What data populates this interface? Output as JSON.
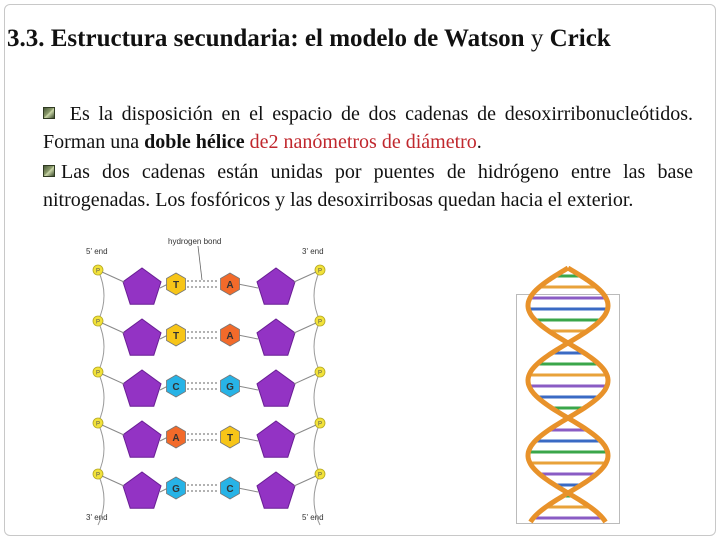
{
  "slide": {
    "title_bold_1": "3.3. Estructura secundaria: el modelo de Watson ",
    "title_light": "y",
    "title_bold_2": " Crick",
    "paragraph1": {
      "t1": "Es la disposición en el espacio de dos cadenas de desoxirribonucleótidos. Forman una ",
      "t2": "doble hélice",
      "t3": " de2 nanómetros de diámetro",
      "t4": "."
    },
    "paragraph2": {
      "t1": "Las dos cadenas están unidas por puentes de hidrógeno entre las base nitrogenadas. Los fosfóricos y las desoxirribosas quedan hacia el exterior."
    }
  },
  "figure_left": {
    "label_top_left": "5' end",
    "label_hbond": "hydrogen bond",
    "label_top_right": "3' end",
    "label_bottom_left": "3' end",
    "label_bottom_right": "5' end",
    "phosphate_label": "P",
    "pairs": [
      {
        "left": "T",
        "right": "A",
        "left_color": "#f7c518",
        "right_color": "#f26a2a"
      },
      {
        "left": "T",
        "right": "A",
        "left_color": "#f7c518",
        "right_color": "#f26a2a"
      },
      {
        "left": "C",
        "right": "G",
        "left_color": "#27b3e6",
        "right_color": "#27b3e6"
      },
      {
        "left": "A",
        "right": "T",
        "left_color": "#f26a2a",
        "right_color": "#f7c518"
      },
      {
        "left": "G",
        "right": "C",
        "left_color": "#27b3e6",
        "right_color": "#27b3e6"
      }
    ],
    "sugar_color": "#9333c4",
    "phosphate_color": "#f2e23a"
  },
  "figure_right": {
    "strand_color": "#e8922a",
    "rung_colors": [
      "#3aa64a",
      "#e8a23a",
      "#8a5cc4",
      "#3a6ac4"
    ]
  }
}
